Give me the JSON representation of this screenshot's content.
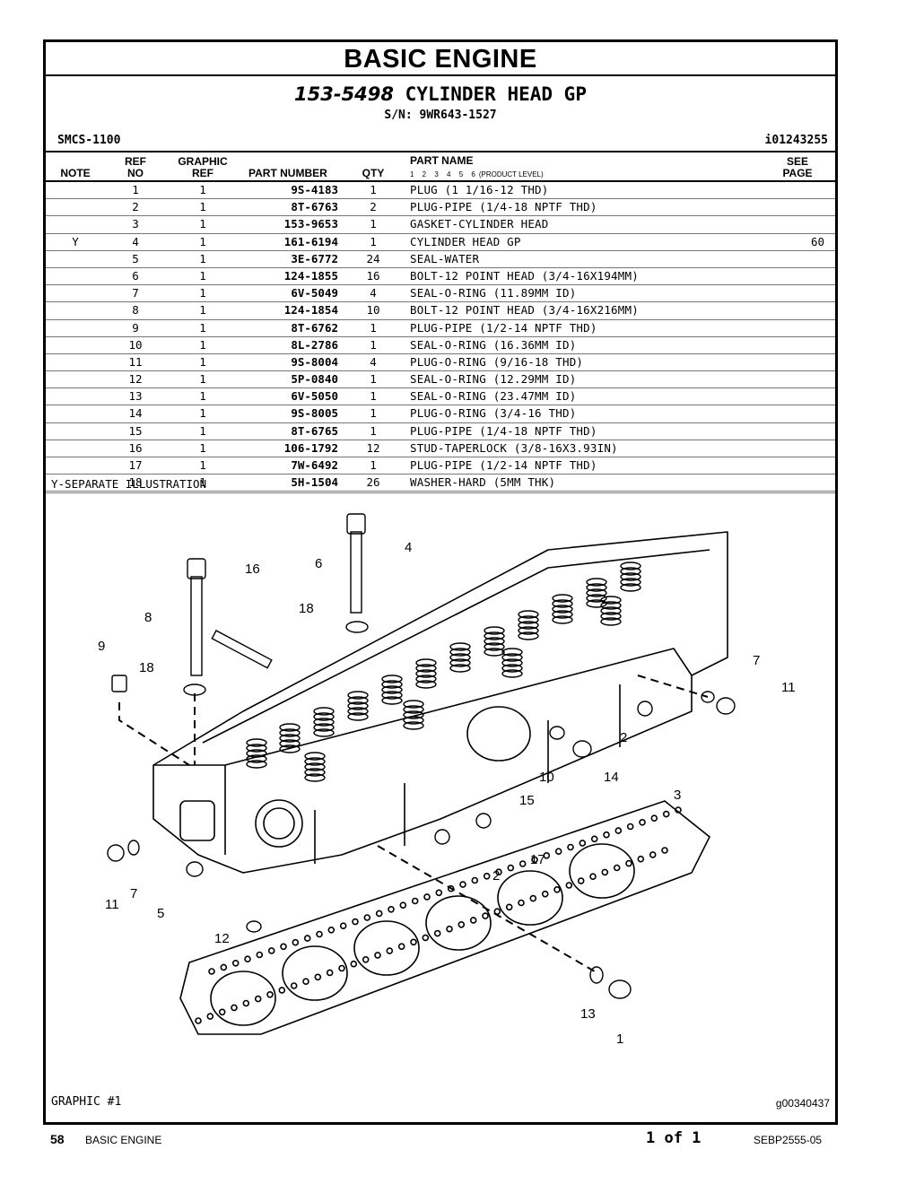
{
  "section_title": "BASIC ENGINE",
  "group": {
    "part_number": "153-5498",
    "name": "CYLINDER HEAD GP",
    "serial": "S/N: 9WR643-1527"
  },
  "smcs": "SMCS-1100",
  "illustration_no": "i01243255",
  "columns": {
    "note": "NOTE",
    "ref_top": "REF",
    "ref_bottom": "NO",
    "graphic_top": "GRAPHIC",
    "graphic_bottom": "REF",
    "part_number": "PART NUMBER",
    "qty": "QTY",
    "part_name": "PART NAME",
    "levels": "1 2 3 4 5 6",
    "product_level": "(PRODUCT LEVEL)",
    "see_top": "SEE",
    "see_bottom": "PAGE"
  },
  "parts": [
    {
      "note": "",
      "ref": "1",
      "graphic": "1",
      "part_number": "9S-4183",
      "qty": "1",
      "name": "PLUG (1 1/16-12 THD)",
      "see": ""
    },
    {
      "note": "",
      "ref": "2",
      "graphic": "1",
      "part_number": "8T-6763",
      "qty": "2",
      "name": "PLUG-PIPE (1/4-18 NPTF THD)",
      "see": ""
    },
    {
      "note": "",
      "ref": "3",
      "graphic": "1",
      "part_number": "153-9653",
      "qty": "1",
      "name": "GASKET-CYLINDER HEAD",
      "see": ""
    },
    {
      "note": "Y",
      "ref": "4",
      "graphic": "1",
      "part_number": "161-6194",
      "qty": "1",
      "name": "CYLINDER HEAD GP",
      "see": "60"
    },
    {
      "note": "",
      "ref": "5",
      "graphic": "1",
      "part_number": "3E-6772",
      "qty": "24",
      "name": "SEAL-WATER",
      "see": ""
    },
    {
      "note": "",
      "ref": "6",
      "graphic": "1",
      "part_number": "124-1855",
      "qty": "16",
      "name": "BOLT-12 POINT HEAD (3/4-16X194MM)",
      "see": ""
    },
    {
      "note": "",
      "ref": "7",
      "graphic": "1",
      "part_number": "6V-5049",
      "qty": "4",
      "name": "SEAL-O-RING (11.89MM ID)",
      "see": ""
    },
    {
      "note": "",
      "ref": "8",
      "graphic": "1",
      "part_number": "124-1854",
      "qty": "10",
      "name": "BOLT-12 POINT HEAD (3/4-16X216MM)",
      "see": ""
    },
    {
      "note": "",
      "ref": "9",
      "graphic": "1",
      "part_number": "8T-6762",
      "qty": "1",
      "name": "PLUG-PIPE (1/2-14 NPTF THD)",
      "see": ""
    },
    {
      "note": "",
      "ref": "10",
      "graphic": "1",
      "part_number": "8L-2786",
      "qty": "1",
      "name": "SEAL-O-RING (16.36MM ID)",
      "see": ""
    },
    {
      "note": "",
      "ref": "11",
      "graphic": "1",
      "part_number": "9S-8004",
      "qty": "4",
      "name": "PLUG-O-RING (9/16-18 THD)",
      "see": ""
    },
    {
      "note": "",
      "ref": "12",
      "graphic": "1",
      "part_number": "5P-0840",
      "qty": "1",
      "name": "SEAL-O-RING (12.29MM ID)",
      "see": ""
    },
    {
      "note": "",
      "ref": "13",
      "graphic": "1",
      "part_number": "6V-5050",
      "qty": "1",
      "name": "SEAL-O-RING (23.47MM ID)",
      "see": ""
    },
    {
      "note": "",
      "ref": "14",
      "graphic": "1",
      "part_number": "9S-8005",
      "qty": "1",
      "name": "PLUG-O-RING (3/4-16 THD)",
      "see": ""
    },
    {
      "note": "",
      "ref": "15",
      "graphic": "1",
      "part_number": "8T-6765",
      "qty": "1",
      "name": "PLUG-PIPE (1/4-18 NPTF THD)",
      "see": ""
    },
    {
      "note": "",
      "ref": "16",
      "graphic": "1",
      "part_number": "106-1792",
      "qty": "12",
      "name": "STUD-TAPERLOCK (3/8-16X3.93IN)",
      "see": ""
    },
    {
      "note": "",
      "ref": "17",
      "graphic": "1",
      "part_number": "7W-6492",
      "qty": "1",
      "name": "PLUG-PIPE (1/2-14 NPTF THD)",
      "see": ""
    },
    {
      "note": "",
      "ref": "18",
      "graphic": "1",
      "part_number": "5H-1504",
      "qty": "26",
      "name": "WASHER-HARD (5MM THK)",
      "see": ""
    }
  ],
  "footnote": "Y-SEPARATE ILLUSTRATION",
  "callouts": [
    "1",
    "2",
    "2",
    "3",
    "4",
    "5",
    "6",
    "7",
    "7",
    "8",
    "9",
    "10",
    "11",
    "11",
    "12",
    "13",
    "14",
    "15",
    "16",
    "17",
    "18",
    "18"
  ],
  "graphic_label": "GRAPHIC #1",
  "graphic_id": "g00340437",
  "footer": {
    "page": "58",
    "section": "BASIC ENGINE",
    "page_of": "1 of 1",
    "doc": "SEBP2555-05"
  }
}
